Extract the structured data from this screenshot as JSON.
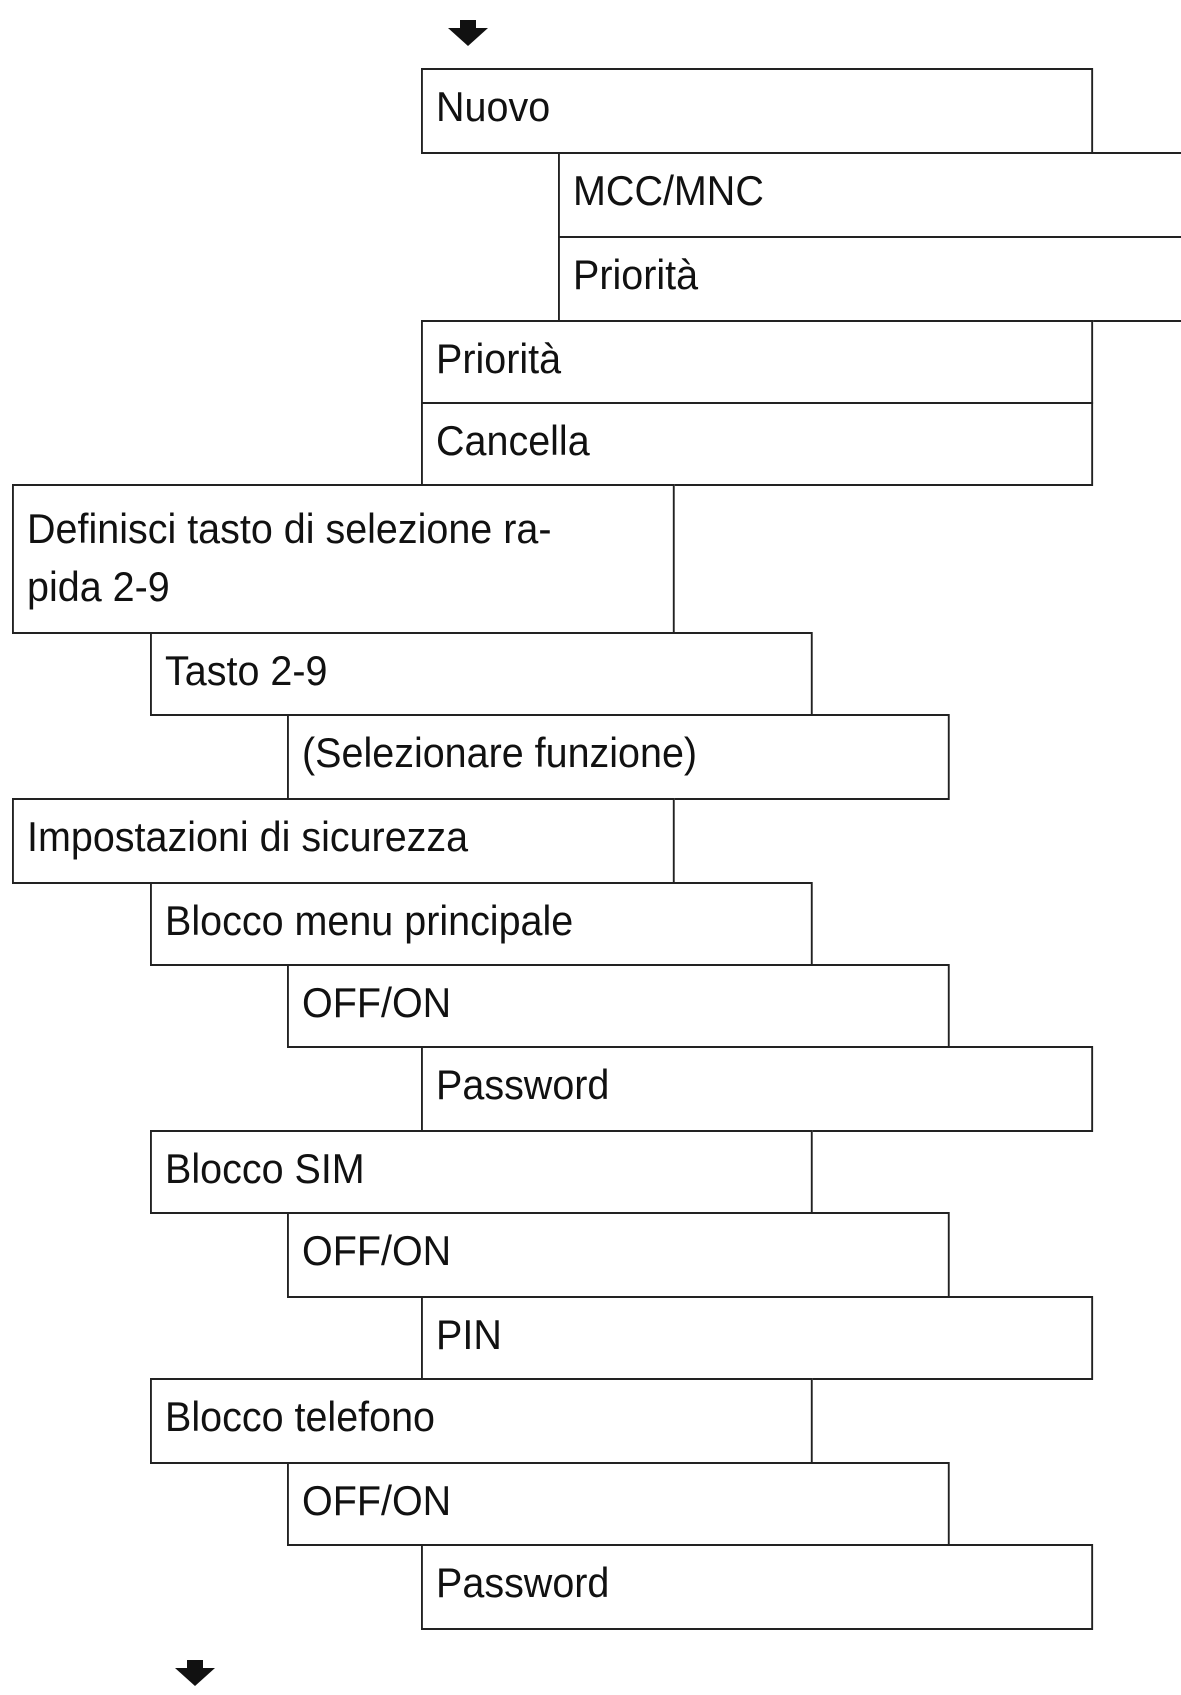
{
  "menu": {
    "item_nuovo": "Nuovo",
    "item_mcc_mnc": "MCC/MNC",
    "item_priorita_sub": "Priorità",
    "item_priorita": "Priorità",
    "item_cancella": "Cancella",
    "item_definisci_line1": "Definisci tasto di selezione ra-",
    "item_definisci_line2": "pida 2-9",
    "item_tasto": "Tasto 2-9",
    "item_selezionare": "(Selezionare  funzione)",
    "item_impostazioni": "Impostazioni di sicurezza",
    "item_blocco_menu": "Blocco menu principale",
    "item_offon_1": "OFF/ON",
    "item_password_1": "Password",
    "item_blocco_sim": "Blocco SIM",
    "item_offon_2": "OFF/ON",
    "item_pin": "PIN",
    "item_blocco_telefono": "Blocco telefono",
    "item_offon_3": "OFF/ON",
    "item_password_2": "Password"
  },
  "icons": {
    "top_arrow": "arrow-down-icon",
    "bottom_arrow": "arrow-down-icon"
  },
  "colors": {
    "border": "#222222",
    "text": "#111111",
    "background": "#ffffff"
  }
}
